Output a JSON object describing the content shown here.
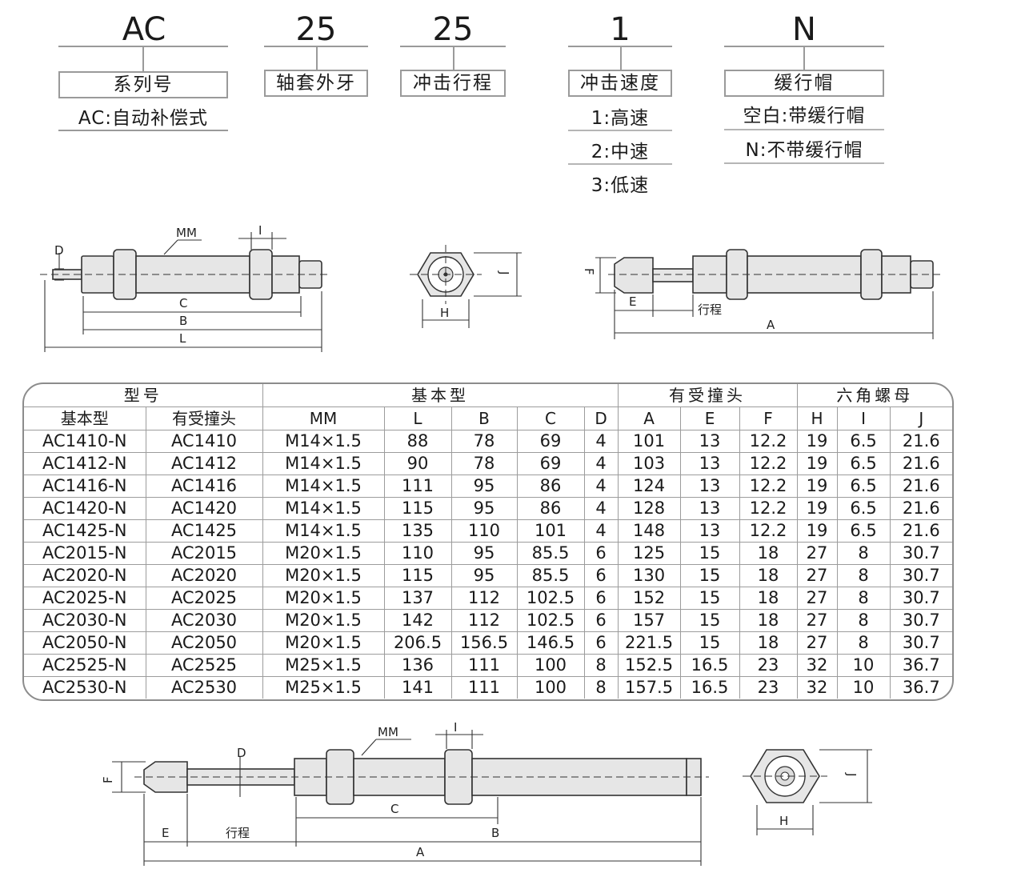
{
  "header": {
    "codes": [
      "AC",
      "25",
      "25",
      "1",
      "N"
    ],
    "labels": [
      "系列号",
      "轴套外牙",
      "冲击行程",
      "冲击速度",
      "缓行帽"
    ],
    "series_option": "AC:自动补偿式",
    "speed_options": [
      "1:高速",
      "2:中速",
      "3:低速"
    ],
    "cap_options": [
      "空白:带缓行帽",
      "N:不带缓行帽"
    ]
  },
  "drawings": {
    "top_left": {
      "MM": "MM",
      "I": "I",
      "D": "D",
      "C": "C",
      "B": "B",
      "L": "L"
    },
    "top_mid": {
      "J": "J",
      "H": "H"
    },
    "top_right": {
      "F": "F",
      "E": "E",
      "stroke": "行程",
      "A": "A"
    },
    "bottom_left": {
      "MM": "MM",
      "I": "I",
      "D": "D",
      "F": "F",
      "C": "C",
      "E": "E",
      "stroke": "行程",
      "B": "B",
      "A": "A"
    },
    "bottom_right": {
      "J": "J",
      "H": "H"
    }
  },
  "table": {
    "groups": [
      "型号",
      "基本型",
      "有受撞头",
      "六角螺母"
    ],
    "columns": [
      "基本型",
      "有受撞头",
      "MM",
      "L",
      "B",
      "C",
      "D",
      "A",
      "E",
      "F",
      "H",
      "I",
      "J"
    ],
    "rows": [
      [
        "AC1410-N",
        "AC1410",
        "M14×1.5",
        "88",
        "78",
        "69",
        "4",
        "101",
        "13",
        "12.2",
        "19",
        "6.5",
        "21.6"
      ],
      [
        "AC1412-N",
        "AC1412",
        "M14×1.5",
        "90",
        "78",
        "69",
        "4",
        "103",
        "13",
        "12.2",
        "19",
        "6.5",
        "21.6"
      ],
      [
        "AC1416-N",
        "AC1416",
        "M14×1.5",
        "111",
        "95",
        "86",
        "4",
        "124",
        "13",
        "12.2",
        "19",
        "6.5",
        "21.6"
      ],
      [
        "AC1420-N",
        "AC1420",
        "M14×1.5",
        "115",
        "95",
        "86",
        "4",
        "128",
        "13",
        "12.2",
        "19",
        "6.5",
        "21.6"
      ],
      [
        "AC1425-N",
        "AC1425",
        "M14×1.5",
        "135",
        "110",
        "101",
        "4",
        "148",
        "13",
        "12.2",
        "19",
        "6.5",
        "21.6"
      ],
      [
        "AC2015-N",
        "AC2015",
        "M20×1.5",
        "110",
        "95",
        "85.5",
        "6",
        "125",
        "15",
        "18",
        "27",
        "8",
        "30.7"
      ],
      [
        "AC2020-N",
        "AC2020",
        "M20×1.5",
        "115",
        "95",
        "85.5",
        "6",
        "130",
        "15",
        "18",
        "27",
        "8",
        "30.7"
      ],
      [
        "AC2025-N",
        "AC2025",
        "M20×1.5",
        "137",
        "112",
        "102.5",
        "6",
        "152",
        "15",
        "18",
        "27",
        "8",
        "30.7"
      ],
      [
        "AC2030-N",
        "AC2030",
        "M20×1.5",
        "142",
        "112",
        "102.5",
        "6",
        "157",
        "15",
        "18",
        "27",
        "8",
        "30.7"
      ],
      [
        "AC2050-N",
        "AC2050",
        "M20×1.5",
        "206.5",
        "156.5",
        "146.5",
        "6",
        "221.5",
        "15",
        "18",
        "27",
        "8",
        "30.7"
      ],
      [
        "AC2525-N",
        "AC2525",
        "M25×1.5",
        "136",
        "111",
        "100",
        "8",
        "152.5",
        "16.5",
        "23",
        "32",
        "10",
        "36.7"
      ],
      [
        "AC2530-N",
        "AC2530",
        "M25×1.5",
        "141",
        "111",
        "100",
        "8",
        "157.5",
        "16.5",
        "23",
        "32",
        "10",
        "36.7"
      ]
    ]
  }
}
